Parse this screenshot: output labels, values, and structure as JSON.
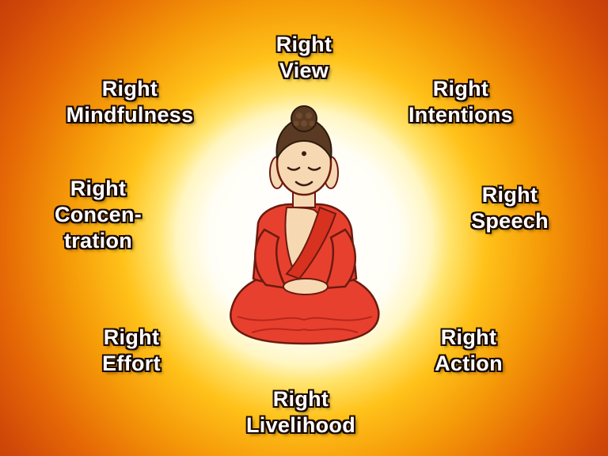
{
  "labels": {
    "view": [
      "Right",
      "View"
    ],
    "intentions": [
      "Right",
      "Intentions"
    ],
    "speech": [
      "Right",
      "Speech"
    ],
    "action": [
      "Right",
      "Action"
    ],
    "livelihood": [
      "Right",
      "Livelihood"
    ],
    "effort": [
      "Right",
      "Effort"
    ],
    "concentration": [
      "Right",
      "Concen-",
      "tration"
    ],
    "mindfulness": [
      "Right",
      "Mindfulness"
    ]
  },
  "colors": {
    "robe": "#e8402e",
    "robe_shadow": "#b8261a",
    "skin": "#f6d9b3",
    "hair": "#5a3a22",
    "text": "#ffffff",
    "outline": "#1a0a00"
  },
  "icons": {
    "figure": "meditating-buddha"
  }
}
